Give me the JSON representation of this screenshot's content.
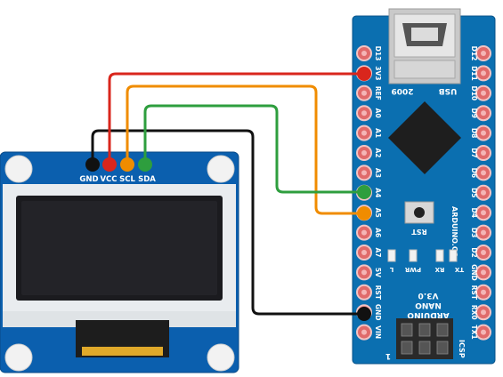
{
  "oled": {
    "pins": [
      {
        "label": "GND",
        "color": "#111111"
      },
      {
        "label": "VCC",
        "color": "#d9261c"
      },
      {
        "label": "SCL",
        "color": "#f08c00"
      },
      {
        "label": "SDA",
        "color": "#2e9e3e"
      }
    ]
  },
  "nano": {
    "left_pins": [
      "D13",
      "3V3",
      "REF",
      "A0",
      "A1",
      "A2",
      "A3",
      "A4",
      "A5",
      "A6",
      "A7",
      "5V",
      "RST",
      "GND",
      "VIN"
    ],
    "right_pins": [
      "D12",
      "D11",
      "D10",
      "D9",
      "D8",
      "D7",
      "D6",
      "D5",
      "D4",
      "D3",
      "D2",
      "GND",
      "RST",
      "RX0",
      "TX1"
    ],
    "usb_text": "USB",
    "year_text": "2009",
    "reset_label": "RST",
    "brand_text": "ARDUINO.CC",
    "led_labels": [
      "L",
      "PWR",
      "RX",
      "TX"
    ],
    "board_title": [
      "ARDUINO",
      "NANO",
      "V3.0"
    ],
    "icsp_label": "ICSP",
    "pin1_mark": "1"
  },
  "wires": [
    {
      "from": "GND",
      "to": "GND",
      "color": "#111111"
    },
    {
      "from": "VCC",
      "to": "3V3",
      "color": "#d9261c"
    },
    {
      "from": "SCL",
      "to": "A5",
      "color": "#f08c00"
    },
    {
      "from": "SDA",
      "to": "A4",
      "color": "#2e9e3e"
    }
  ]
}
